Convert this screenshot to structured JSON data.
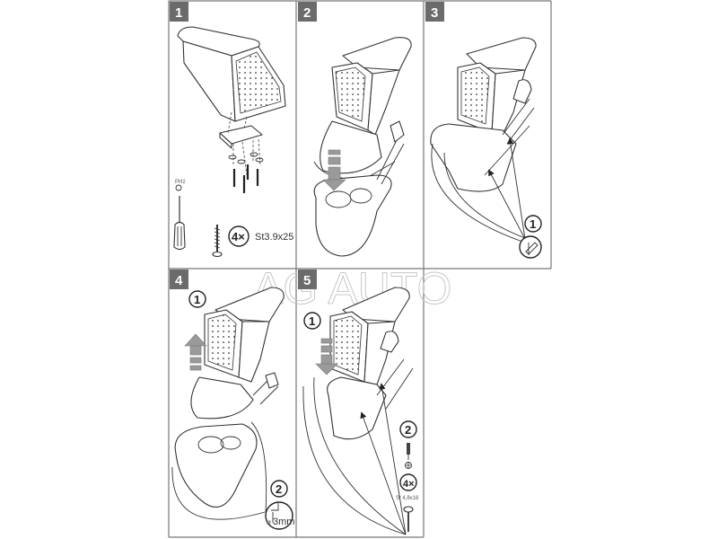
{
  "watermark": "AG AUTO",
  "steps": [
    {
      "number": "1",
      "tool_label": "PH2",
      "quantity": "4×",
      "screw_spec": "St3.9x25"
    },
    {
      "number": "2"
    },
    {
      "number": "3",
      "callout_1": "1"
    },
    {
      "number": "4",
      "callout_1": "1",
      "callout_2": "2",
      "diameter_symbol": "ø",
      "drill_size": "3mm"
    },
    {
      "number": "5",
      "callout_1": "1",
      "callout_2": "2",
      "quantity": "4×",
      "screw_spec": "St 4,8x16"
    }
  ]
}
